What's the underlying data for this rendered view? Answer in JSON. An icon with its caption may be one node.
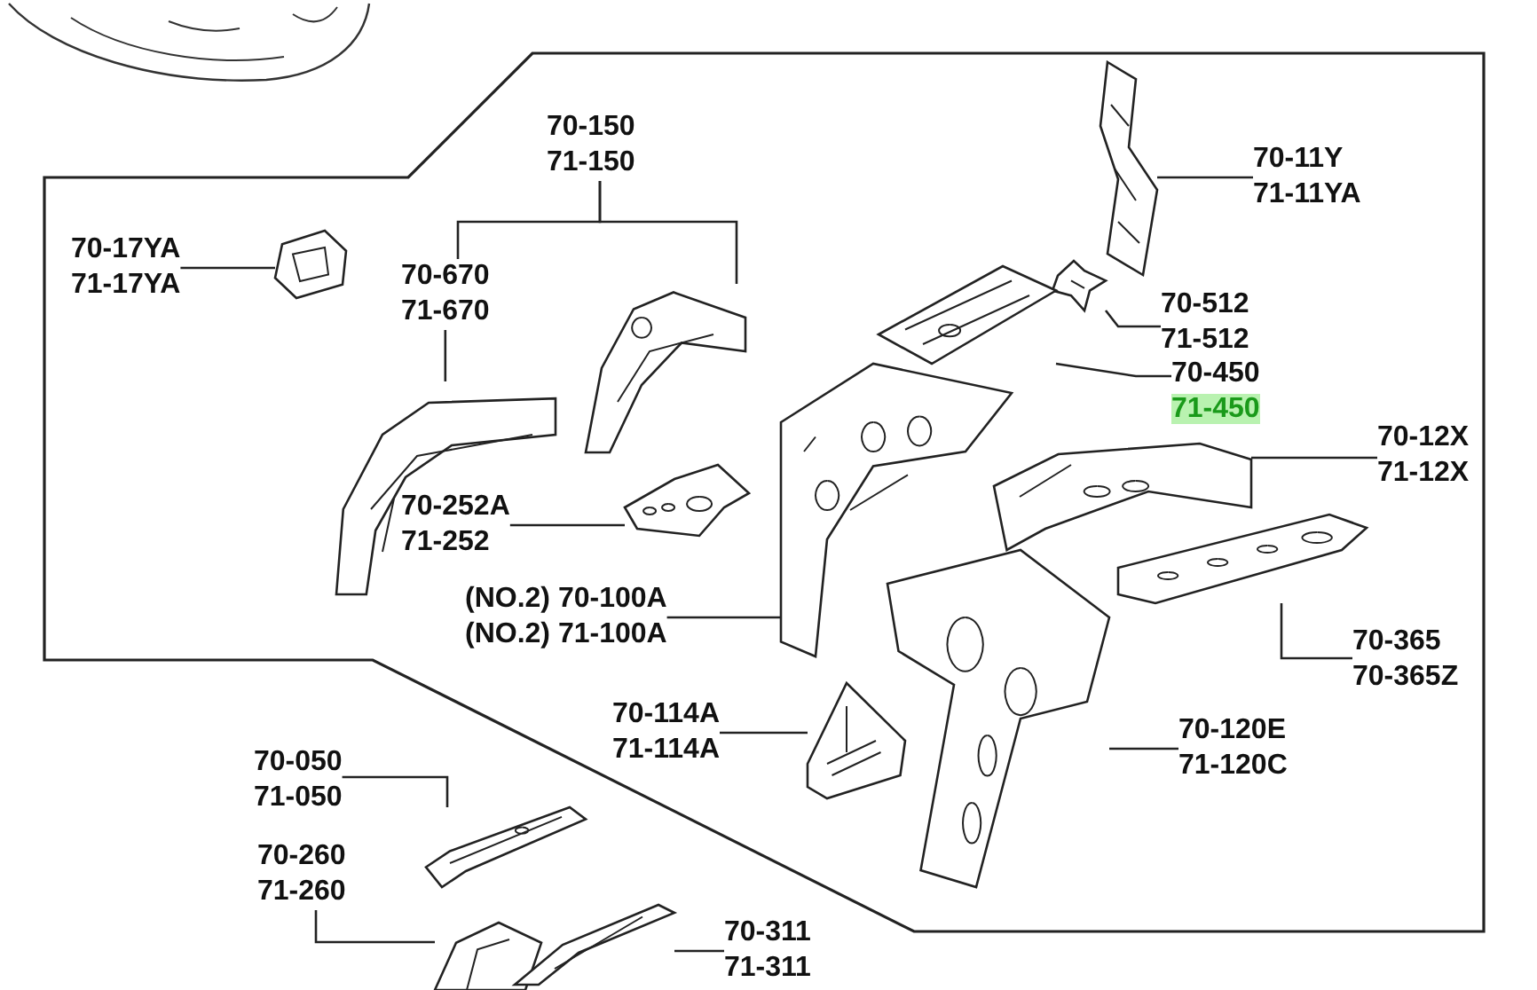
{
  "diagram": {
    "nodes": [
      {
        "text": [
          "70-11Y",
          "71-11YA"
        ]
      },
      {
        "text": [],
        "shape": "picture"
      },
      {
        "text": [
          "70-17YA",
          "71-17YA"
        ]
      },
      {
        "text": [],
        "shape": "picture"
      },
      {
        "text": [
          "70-150",
          "71-150"
        ]
      },
      {
        "text": [
          "70-670",
          "71-670"
        ]
      },
      {
        "text": [],
        "shape": "picture"
      },
      {
        "text": [],
        "shape": "picture"
      },
      {
        "text": [
          "70-512",
          "71-512"
        ]
      },
      {
        "text": [],
        "shape": "picture"
      },
      {
        "text": [
          "70-450",
          "71-450"
        ]
      },
      {
        "text": [],
        "shape": "picture"
      },
      {
        "text": [
          "70-12X",
          "71-12X"
        ]
      },
      {
        "text": [],
        "shape": "picture"
      },
      {
        "text": [
          "70-252A",
          "71-252"
        ]
      },
      {
        "text": [],
        "shape": "picture"
      },
      {
        "text": [
          "(NO.2) 70-100A",
          "(NO.2) 71-100A"
        ]
      },
      {
        "text": [],
        "shape": "picture"
      },
      {
        "text": [
          "70-365",
          "70-365Z"
        ]
      },
      {
        "text": [],
        "shape": "picture"
      },
      {
        "text": [
          "70-114A",
          "71-114A"
        ]
      },
      {
        "text": [],
        "shape": "picture"
      },
      {
        "text": [
          "70-120E",
          "71-120C"
        ]
      },
      {
        "text": [],
        "shape": "picture"
      },
      {
        "text": [
          "70-050",
          "71-050"
        ]
      },
      {
        "text": [],
        "shape": "picture"
      },
      {
        "text": [
          "70-260",
          "71-260"
        ]
      },
      {
        "text": [],
        "shape": "picture"
      },
      {
        "text": [
          "70-311",
          "71-311"
        ]
      },
      {
        "text": [],
        "shape": "picture"
      }
    ],
    "edges": [
      {
        "from": 0,
        "to": 1,
        "arrow": "none"
      },
      {
        "from": 2,
        "to": 3,
        "arrow": "none"
      },
      {
        "from": 4,
        "to": 5,
        "arrow": "none"
      },
      {
        "from": 4,
        "to": 7,
        "arrow": "none"
      },
      {
        "from": 5,
        "to": 6,
        "arrow": "none"
      },
      {
        "from": 8,
        "to": 9,
        "arrow": "none"
      },
      {
        "from": 10,
        "to": 11,
        "arrow": "none"
      },
      {
        "from": 12,
        "to": 13,
        "arrow": "none"
      },
      {
        "from": 14,
        "to": 15,
        "arrow": "none"
      },
      {
        "from": 16,
        "to": 17,
        "arrow": "none"
      },
      {
        "from": 18,
        "to": 19,
        "arrow": "none"
      },
      {
        "from": 20,
        "to": 21,
        "arrow": "none"
      },
      {
        "from": 22,
        "to": 23,
        "arrow": "none"
      },
      {
        "from": 24,
        "to": 25,
        "arrow": "none"
      },
      {
        "from": 26,
        "to": 27,
        "arrow": "none"
      },
      {
        "from": 28,
        "to": 29,
        "arrow": "none"
      }
    ]
  }
}
